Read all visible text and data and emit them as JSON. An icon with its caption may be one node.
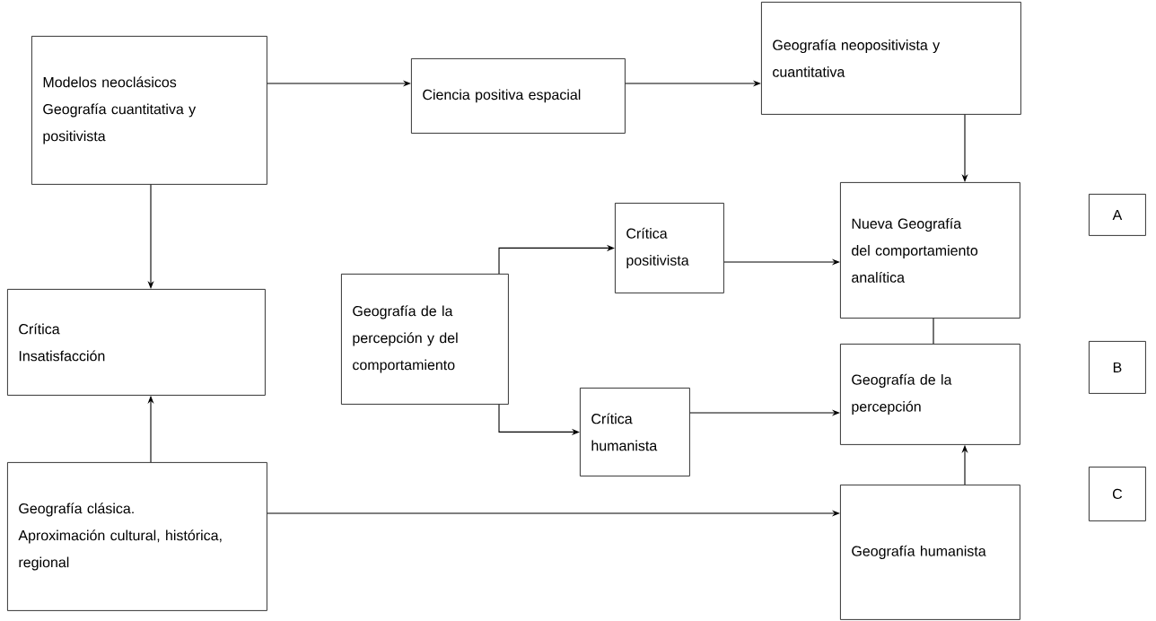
{
  "diagram": {
    "nodes": [
      {
        "text": [
          "Modelos neoclásicos",
          "Geografía cuantitativa y positivista"
        ]
      },
      {
        "text": [
          "Ciencia positiva espacial"
        ]
      },
      {
        "text": [
          "Geografía neopositivista y cuantitativa"
        ]
      },
      {
        "text": [
          "Crítica",
          "Insatisfacción"
        ]
      },
      {
        "text": [
          "Geografía de la percepción y del comportamiento"
        ]
      },
      {
        "text": [
          "Crítica positivista"
        ]
      },
      {
        "text": [
          "Nueva Geografía del comportamiento analítica"
        ]
      },
      {
        "text": [
          "A"
        ]
      },
      {
        "text": [
          "Crítica humanista"
        ]
      },
      {
        "text": [
          "Geografía de la percepción"
        ]
      },
      {
        "text": [
          "B"
        ]
      },
      {
        "text": [
          "Geografía clásica.",
          "Aproximación cultural, histórica, regional"
        ]
      },
      {
        "text": [
          "Geografía humanista"
        ]
      },
      {
        "text": [
          "C"
        ]
      }
    ],
    "edges": [
      {
        "from": 0,
        "to": 1,
        "arrow": "to"
      },
      {
        "from": 1,
        "to": 2,
        "arrow": "to"
      },
      {
        "from": 2,
        "to": 6,
        "arrow": "to"
      },
      {
        "from": 0,
        "to": 3,
        "arrow": "to"
      },
      {
        "from": 11,
        "to": 3,
        "arrow": "to"
      },
      {
        "from": 4,
        "to": 5,
        "arrow": "to"
      },
      {
        "from": 5,
        "to": 6,
        "arrow": "to"
      },
      {
        "from": 4,
        "to": 8,
        "arrow": "to"
      },
      {
        "from": 8,
        "to": 9,
        "arrow": "to"
      },
      {
        "from": 6,
        "to": 9,
        "arrow": "none"
      },
      {
        "from": 11,
        "to": 12,
        "arrow": "to"
      },
      {
        "from": 12,
        "to": 9,
        "arrow": "to"
      }
    ]
  }
}
